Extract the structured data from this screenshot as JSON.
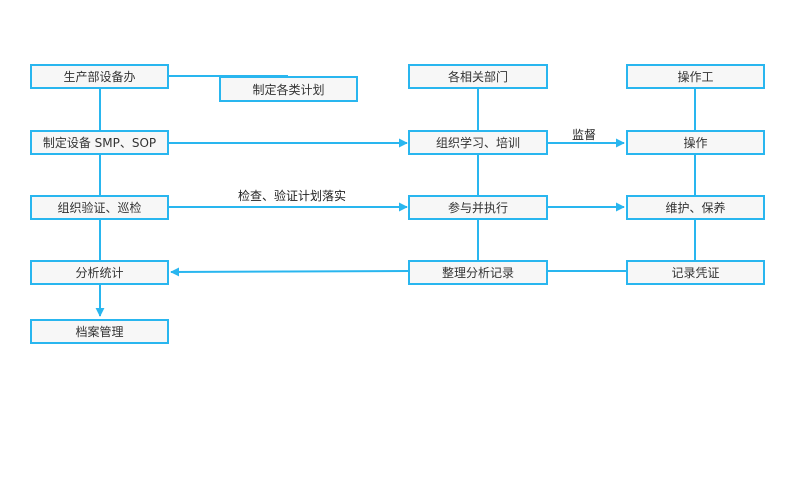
{
  "colors": {
    "line": "#29b6ef",
    "box_fill": "#f7f7f7",
    "text": "#333333"
  },
  "nodes": {
    "production_office": "生产部设备办",
    "plans": "制定各类计划",
    "departments": "各相关部门",
    "operator": "操作工",
    "make_sop": "制定设备 SMP、SOP",
    "training": "组织学习、培训",
    "operate": "操作",
    "inspection": "组织验证、巡检",
    "execute": "参与并执行",
    "maintain": "维护、保养",
    "statistics": "分析统计",
    "analysis_records": "整理分析记录",
    "record_proof": "记录凭证",
    "archive": "档案管理"
  },
  "edge_labels": {
    "supervise": "监督",
    "check": "检查、验证计划落实"
  }
}
